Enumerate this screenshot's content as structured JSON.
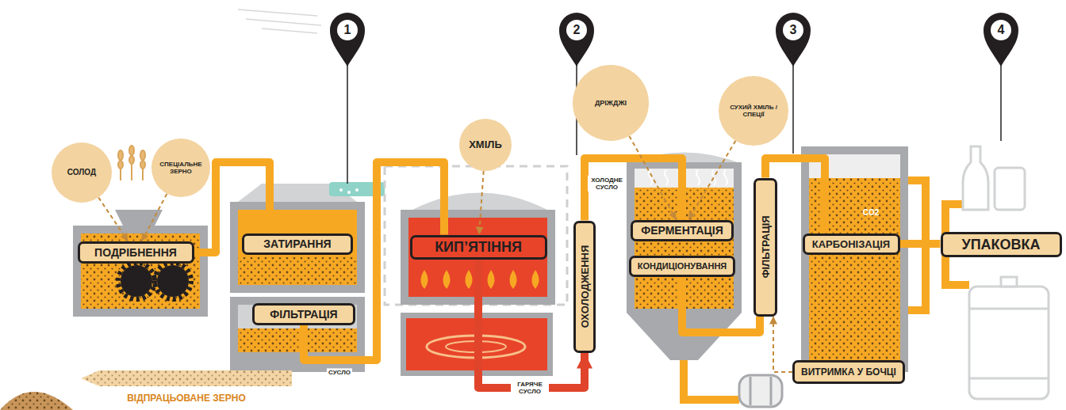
{
  "diagram": {
    "nodes": [
      {
        "text": [
          "СОЛОД"
        ]
      },
      {
        "text": [
          "СПЕЦІАЛЬНЕ ЗЕРНО"
        ]
      },
      {
        "text": [
          "ПОДРІБНЕННЯ"
        ]
      },
      {
        "text": [
          "ЗАТИРАННЯ"
        ]
      },
      {
        "text": [
          "ФІЛЬТРАЦІЯ"
        ]
      },
      {
        "text": [
          "ХМІЛЬ"
        ]
      },
      {
        "text": [
          "КИП’ЯТІННЯ"
        ]
      },
      {
        "text": [
          "ОХОЛОДЖЕННЯ"
        ]
      },
      {
        "text": [
          "ДРІЖДЖІ"
        ]
      },
      {
        "text": [
          "СУХИЙ ХМІЛЬ / СПЕЦІЇ"
        ]
      },
      {
        "text": [
          "ФЕРМЕНТАЦІЯ"
        ]
      },
      {
        "text": [
          "КОНДИЦІОНУВАННЯ"
        ]
      },
      {
        "text": [
          "ФІЛЬТРАЦІЯ"
        ]
      },
      {
        "text": [
          "КАРБОНІЗАЦІЯ"
        ]
      },
      {
        "text": [
          "УПАКОВКА"
        ]
      },
      {
        "text": [
          "ВИТРИМКА У БОЧЦІ"
        ]
      }
    ],
    "edges": [
      {
        "from": 0,
        "to": 2,
        "arrow": "to"
      },
      {
        "from": 1,
        "to": 2,
        "arrow": "to"
      },
      {
        "from": 2,
        "to": 3,
        "arrow": "none"
      },
      {
        "from": 4,
        "to": 6,
        "label": "СУСЛО",
        "arrow": "none"
      },
      {
        "from": 5,
        "to": 6,
        "arrow": "to"
      },
      {
        "from": 6,
        "to": 7,
        "label": "ГАРЯЧЕ СУСЛО",
        "arrow": "to"
      },
      {
        "from": 7,
        "to": 10,
        "label": "ХОЛОДНЕ СУСЛО",
        "arrow": "none"
      },
      {
        "from": 8,
        "to": 10,
        "arrow": "to"
      },
      {
        "from": 9,
        "to": 10,
        "arrow": "to"
      },
      {
        "from": 11,
        "to": 12,
        "arrow": "none"
      },
      {
        "from": 12,
        "to": 13,
        "arrow": "none"
      },
      {
        "from": 13,
        "to": 14,
        "arrow": "none"
      },
      {
        "from": 15,
        "to": 12,
        "arrow": "to"
      }
    ],
    "labels": [
      "1",
      "2",
      "3",
      "4",
      "ВІДПРАЦЬОВАНЕ ЗЕРНО",
      "CO2"
    ]
  }
}
